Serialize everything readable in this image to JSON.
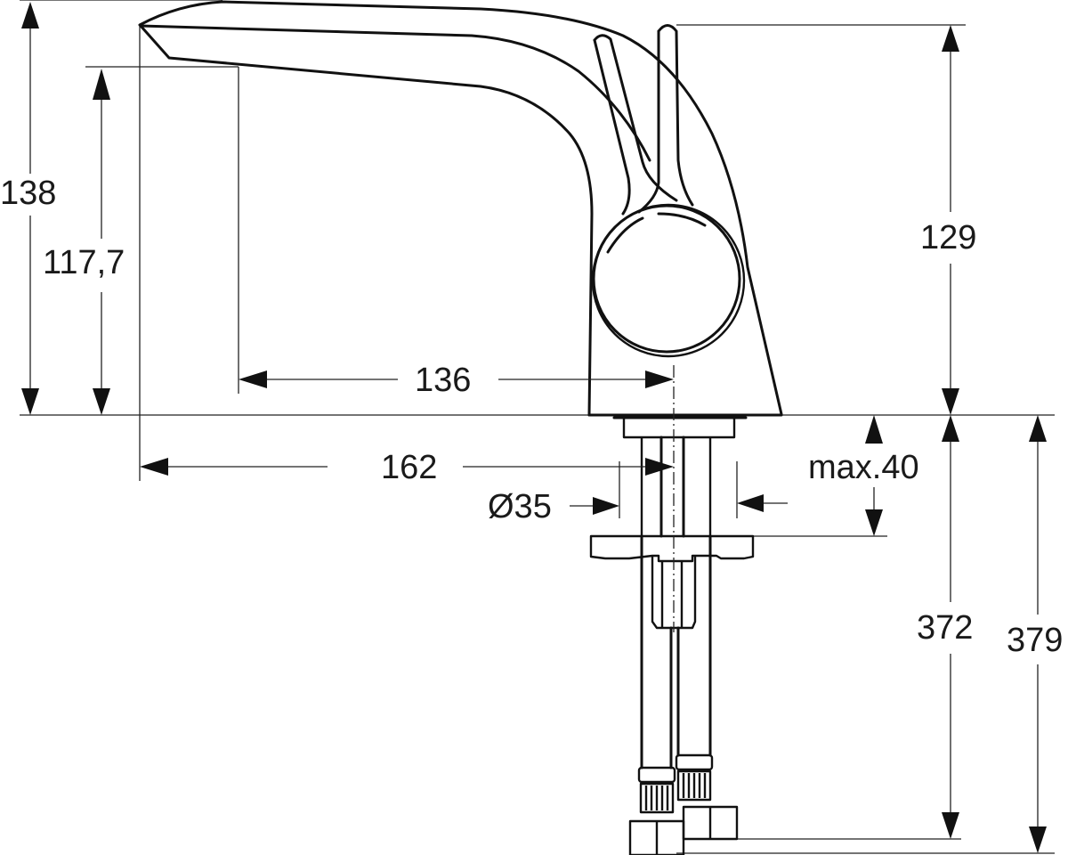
{
  "drawing": {
    "title": "Basin mixer dimension drawing",
    "units": "mm",
    "colors": {
      "line": "#111111",
      "background": "#ffffff",
      "text": "#1a1a1a"
    },
    "dimensions": {
      "total_height": {
        "label": "138",
        "value": 138,
        "orientation": "vertical"
      },
      "spout_height": {
        "label": "117,7",
        "value": 117.7,
        "orientation": "vertical"
      },
      "lever_height": {
        "label": "129",
        "value": 129,
        "orientation": "vertical"
      },
      "spout_reach": {
        "label": "136",
        "value": 136,
        "orientation": "horizontal"
      },
      "overall_reach": {
        "label": "162",
        "value": 162,
        "orientation": "horizontal"
      },
      "shank_diameter": {
        "label": "Ø35",
        "value": 35,
        "orientation": "horizontal"
      },
      "deck_thickness": {
        "label": "max.40",
        "value": 40,
        "orientation": "vertical"
      },
      "hose_length_short": {
        "label": "372",
        "value": 372,
        "orientation": "vertical"
      },
      "hose_length_long": {
        "label": "379",
        "value": 379,
        "orientation": "vertical"
      }
    }
  }
}
